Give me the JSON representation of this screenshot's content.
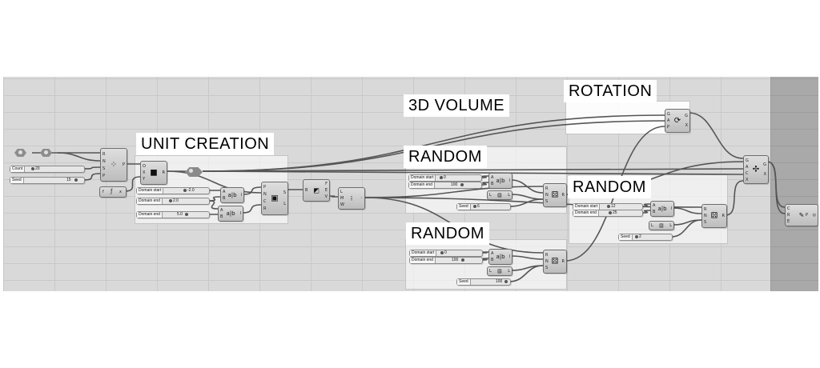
{
  "labels": {
    "unit_creation": "UNIT CREATION",
    "volume": "3D VOLUME",
    "rotation": "ROTATION",
    "random_1": "RANDOM",
    "random_2": "RANDOM",
    "random_3": "RANDOM"
  },
  "sliders": {
    "count": {
      "name": "Count",
      "value": "20"
    },
    "seed_1": {
      "name": "Seed",
      "value": "15"
    },
    "dom_start_1": {
      "name": "Domain start",
      "value": "-2.0"
    },
    "dom_end_1": {
      "name": "Domain end",
      "value": "2.0"
    },
    "dom_end_2": {
      "name": "Domain end",
      "value": "5.0"
    },
    "r1_start": {
      "name": "Domain start",
      "value": "0"
    },
    "r1_end": {
      "name": "Domain end",
      "value": "100"
    },
    "r1_seed": {
      "name": "Seed",
      "value": "6"
    },
    "r2_start": {
      "name": "Domain start",
      "value": "0"
    },
    "r2_end": {
      "name": "Domain end",
      "value": "100"
    },
    "r2_seed": {
      "name": "Seed",
      "value": "100"
    },
    "r3_start": {
      "name": "Domain start",
      "value": "12"
    },
    "r3_end": {
      "name": "Domain end",
      "value": "25"
    },
    "r3_seed": {
      "name": "Seed",
      "value": "2"
    }
  },
  "ports": {
    "pop": [
      "R",
      "N",
      "S",
      "P"
    ],
    "pop_out": "P",
    "box": [
      "O",
      "X",
      "Y"
    ],
    "box_out": "R",
    "expr": [
      "f",
      "x"
    ],
    "construct": [
      "A",
      "B",
      "I"
    ],
    "unit": [
      "P",
      "N",
      "C",
      "R"
    ],
    "unit_out": [
      "S",
      "L"
    ],
    "deconstruct": [
      "F",
      "E",
      "V"
    ],
    "brep": [
      "B"
    ],
    "vol": [
      "L",
      "M",
      "W"
    ],
    "rand": [
      "R",
      "N",
      "S"
    ],
    "rand_out": "R",
    "len": [
      "L"
    ],
    "rot": [
      "G",
      "A",
      "P"
    ],
    "rot_out": [
      "G",
      "X"
    ],
    "orient": [
      "G",
      "A",
      "C",
      "X"
    ],
    "orient_out": [
      "G",
      "X"
    ],
    "final": [
      "C",
      "R",
      "E"
    ],
    "final_out": "P"
  }
}
